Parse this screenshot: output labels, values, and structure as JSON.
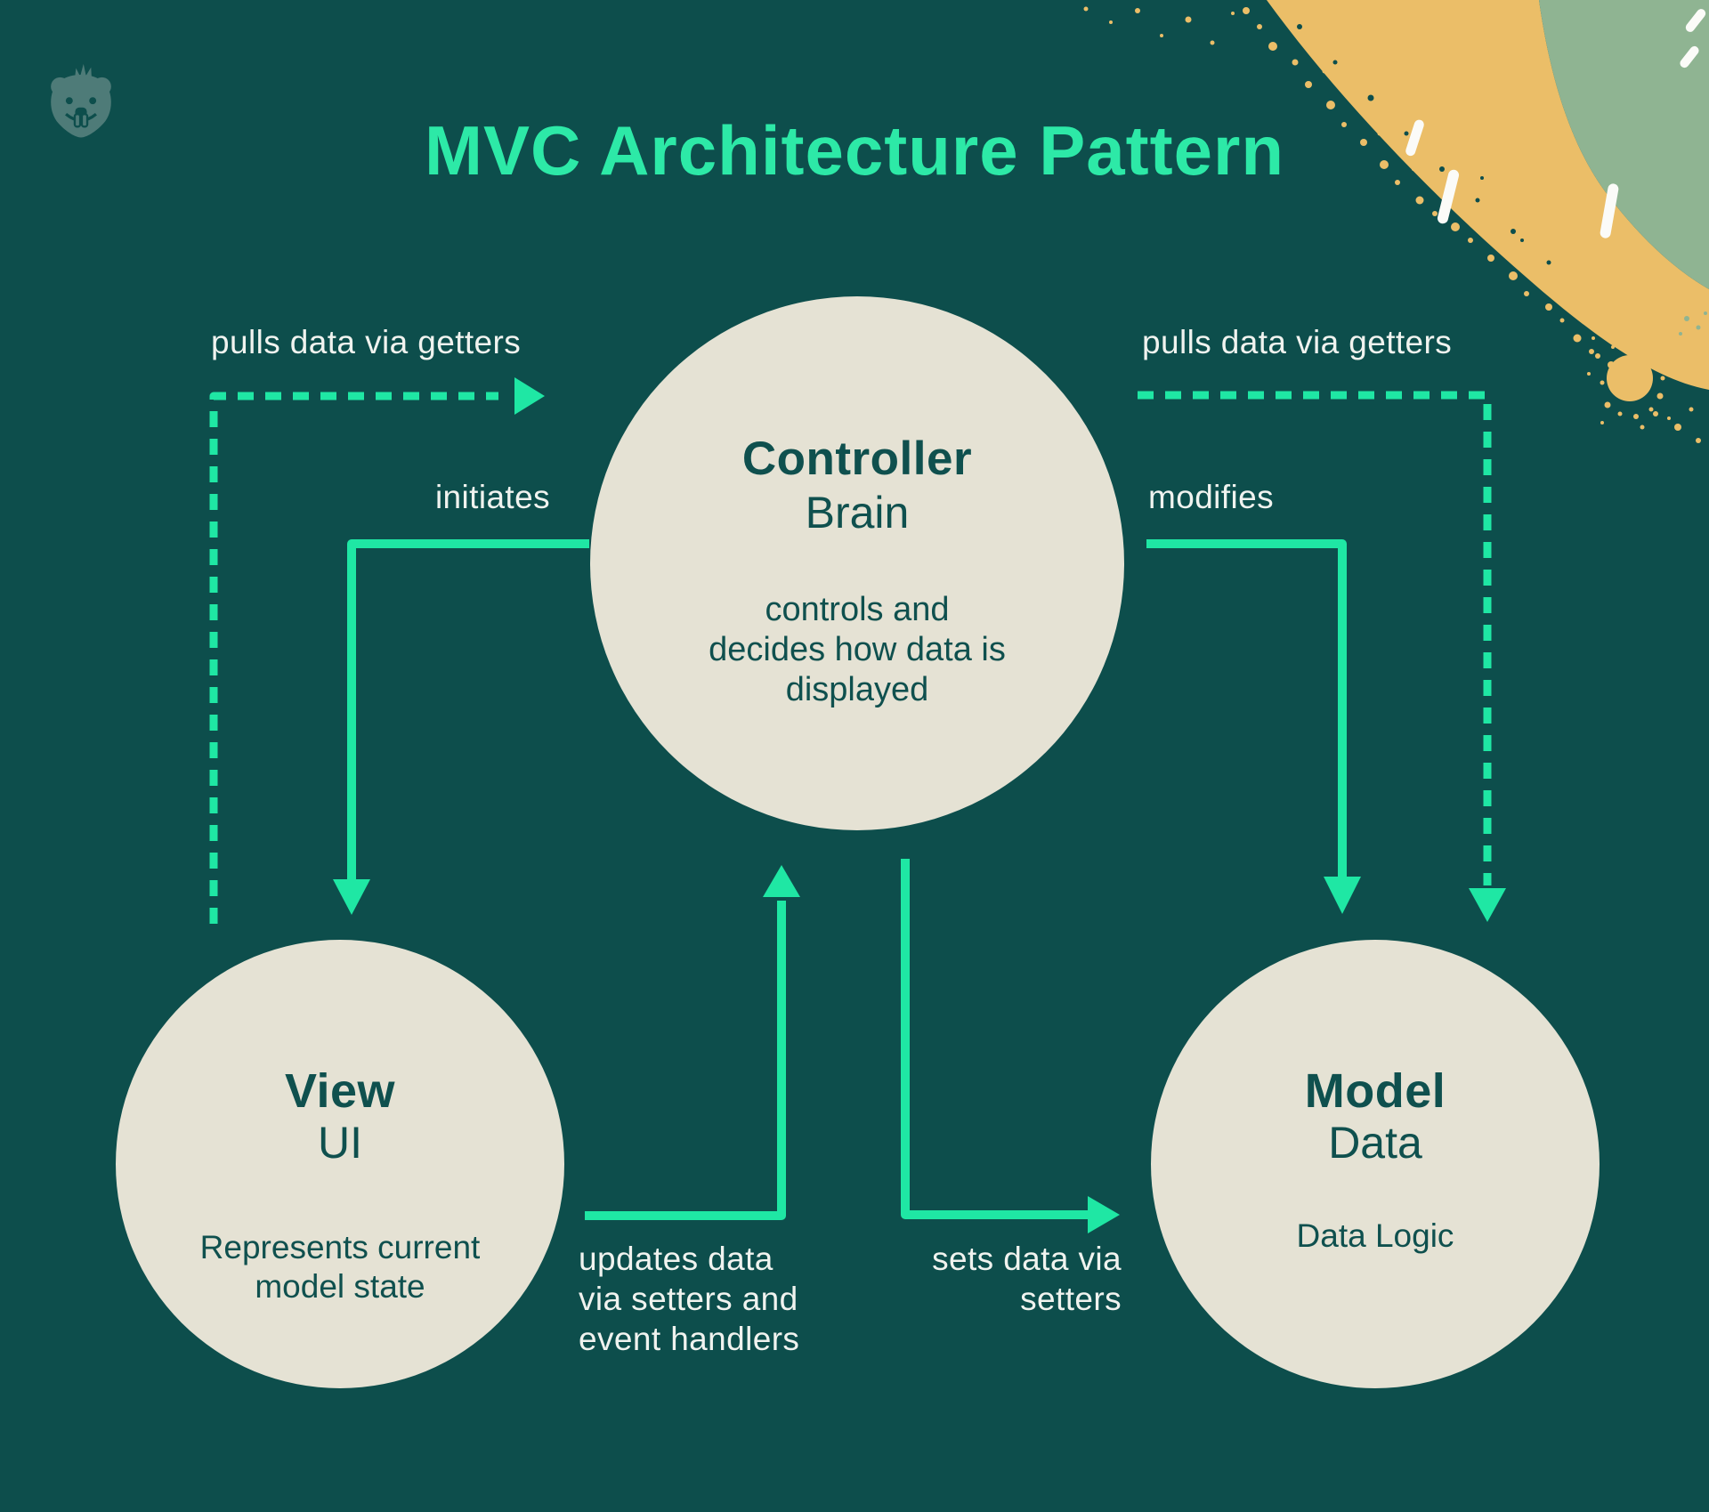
{
  "title": "MVC Architecture Pattern",
  "logo": {
    "name": "beaver-logo"
  },
  "nodes": {
    "controller": {
      "name": "Controller",
      "role": "Brain",
      "description": "controls and\ndecides how data is\ndisplayed"
    },
    "view": {
      "name": "View",
      "role": "UI",
      "description": "Represents current\nmodel state"
    },
    "model": {
      "name": "Model",
      "role": "Data",
      "description": "Data Logic"
    }
  },
  "edges": {
    "view_pulls": {
      "label": "pulls data via getters",
      "style": "dashed",
      "from": "View",
      "to": "Controller"
    },
    "initiates": {
      "label": "initiates",
      "style": "solid",
      "from": "Controller",
      "to": "View"
    },
    "controller_pulls": {
      "label": "pulls data via getters",
      "style": "dashed",
      "from": "Controller",
      "to": "Model"
    },
    "modifies": {
      "label": "modifies",
      "style": "solid",
      "from": "Controller",
      "to": "Model"
    },
    "updates": {
      "label": "updates data\nvia setters and\nevent handlers",
      "style": "solid",
      "from": "View",
      "to": "Controller"
    },
    "sets": {
      "label": "sets data via\nsetters",
      "style": "solid",
      "from": "Controller",
      "to": "Model"
    }
  },
  "colors": {
    "background": "#0D4E4C",
    "accent": "#1FE7A4",
    "title-green": "#2DE9A7",
    "circle-fill": "#E5E2D4",
    "circle-text": "#0F504E",
    "label-text": "#F0F3EF",
    "logo": "#4E7B78",
    "sage": "#8FB492",
    "gold": "#EBBE68"
  }
}
